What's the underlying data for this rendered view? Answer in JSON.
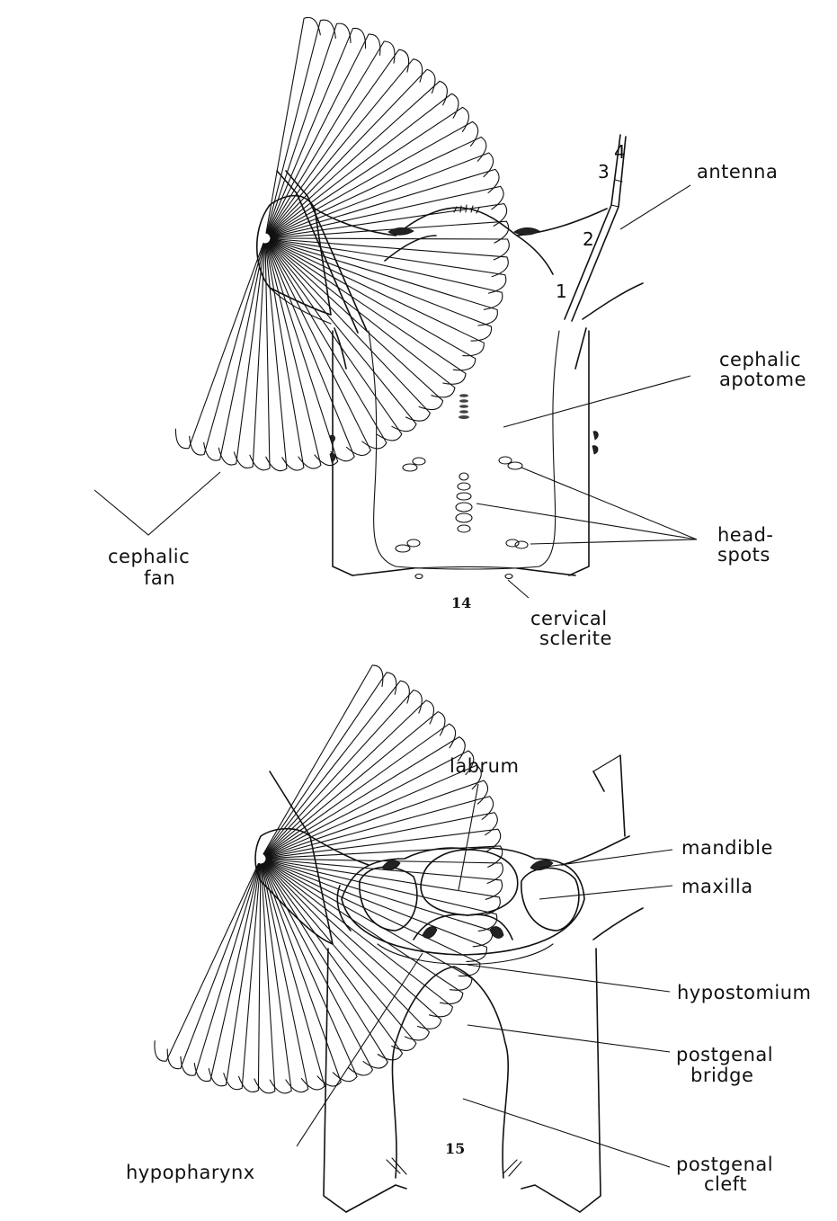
{
  "figure_14": {
    "number": "14",
    "labels": {
      "antenna": "antenna",
      "cephalic_apotome_1": "cephalic",
      "cephalic_apotome_2": "apotome",
      "head_spots_1": "head-",
      "head_spots_2": "spots",
      "cephalic_fan_1": "cephalic",
      "cephalic_fan_2": "fan",
      "cervical_sclerite_1": "cervical",
      "cervical_sclerite_2": "sclerite"
    },
    "antenna_segments": [
      "1",
      "2",
      "3",
      "4"
    ]
  },
  "figure_15": {
    "number": "15",
    "labels": {
      "labrum": "labrum",
      "mandible": "mandible",
      "maxilla": "maxilla",
      "hypostomium": "hypostomium",
      "postgenal_bridge_1": "postgenal",
      "postgenal_bridge_2": "bridge",
      "postgenal_cleft_1": "postgenal",
      "postgenal_cleft_2": "cleft",
      "hypopharynx": "hypopharynx"
    }
  }
}
